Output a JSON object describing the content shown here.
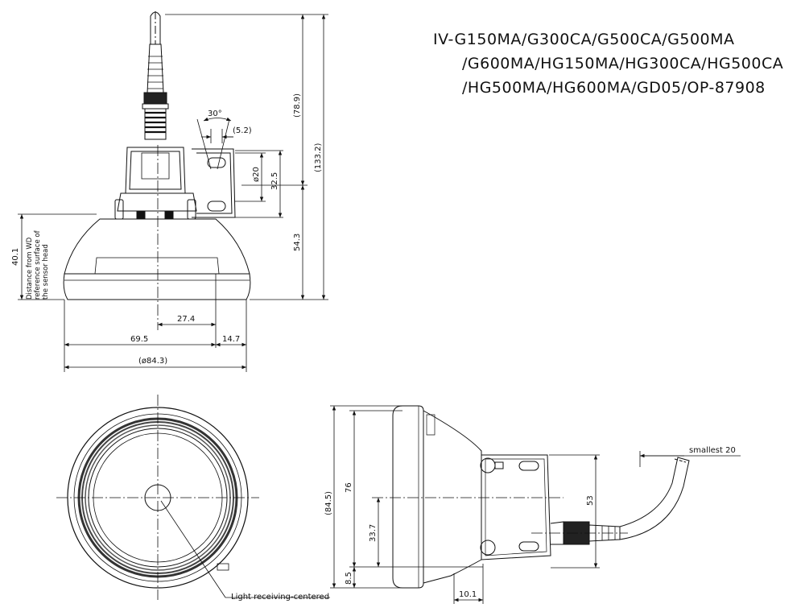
{
  "title": {
    "line1": "IV-G150MA/G300CA/G500CA/G500MA",
    "line2": "/G600MA/HG150MA/HG300CA/HG500CA",
    "line3": "/HG500MA/HG600MA/GD05/OP-87908"
  },
  "dims": {
    "d30": "30°",
    "d5_2": "(5.2)",
    "d20": "ø20",
    "d32_5": "32.5",
    "d78_9": "(78.9)",
    "d133_2": "(133.2)",
    "d54_3": "54.3",
    "d40_1": "40.1",
    "d27_4": "27.4",
    "d69_5": "69.5",
    "d14_7": "14.7",
    "d84_3": "(ø84.3)",
    "d84_5": "(84.5)",
    "d76": "76",
    "d33_7": "33.7",
    "d8_5": "8.5",
    "d53": "53",
    "d10_1": "10.1",
    "smallest": "smallest 20"
  },
  "notes": {
    "wd_line1": "Distance from WD",
    "wd_line2": "reference surface of",
    "wd_line3": "the sensor head",
    "light": "Light receiving-centered"
  }
}
